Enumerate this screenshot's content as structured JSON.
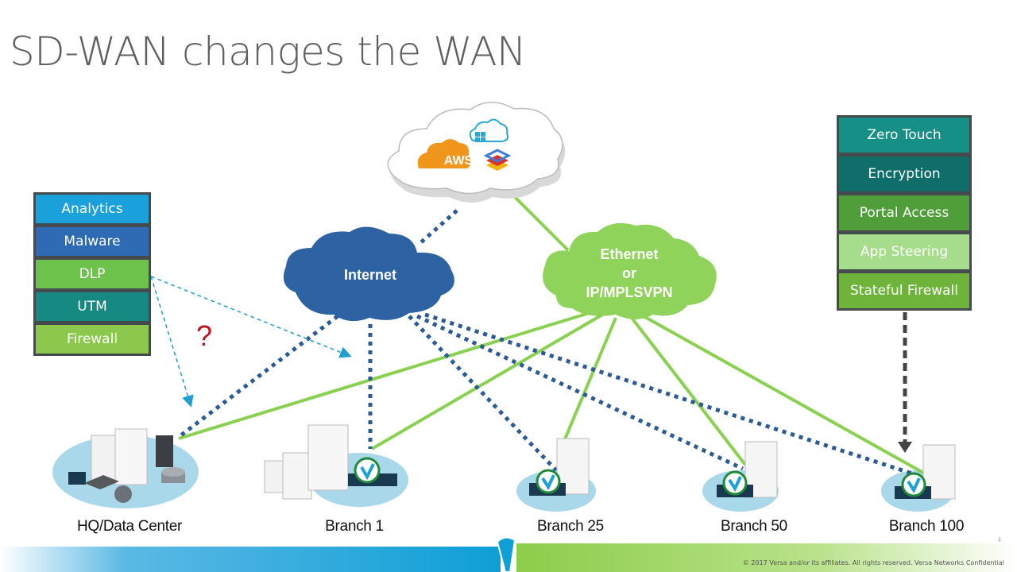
{
  "slide": {
    "title": "SD-WAN changes the WAN",
    "page_number": "4",
    "copyright": "© 2017  Versa and/or its affiliates. All rights reserved.   Versa Networks Confidential"
  },
  "left_stack": {
    "items": [
      {
        "label": "Analytics",
        "color": "#1aa1db"
      },
      {
        "label": "Malware",
        "color": "#2e6bb4"
      },
      {
        "label": "DLP",
        "color": "#6cc24a"
      },
      {
        "label": "UTM",
        "color": "#168a82"
      },
      {
        "label": "Firewall",
        "color": "#8cc84b"
      }
    ]
  },
  "right_stack": {
    "items": [
      {
        "label": "Zero Touch",
        "color": "#168f86"
      },
      {
        "label": "Encryption",
        "color": "#0f6e6a"
      },
      {
        "label": "Portal Access",
        "color": "#4f9e3a"
      },
      {
        "label": "App Steering",
        "color": "#a6dd8a"
      },
      {
        "label": "Stateful Firewall",
        "color": "#6fb43a"
      }
    ]
  },
  "clouds": {
    "public_cloud": {
      "aws_label": "AWS"
    },
    "internet": {
      "label": "Internet"
    },
    "mpls": {
      "line1": "Ethernet",
      "line2": "or",
      "line3": "IP/MPLSVPN"
    }
  },
  "annotation": {
    "question_mark": "?"
  },
  "sites": [
    {
      "label": "HQ/Data Center"
    },
    {
      "label": "Branch 1"
    },
    {
      "label": "Branch 25"
    },
    {
      "label": "Branch 50"
    },
    {
      "label": "Branch 100"
    }
  ],
  "colors": {
    "internet_blue": "#2d62a3",
    "mpls_green": "#8fd35a",
    "dotted_line": "#2a5b95",
    "solid_line": "#8ad152",
    "arrow_cyan": "#1f9fcf"
  }
}
